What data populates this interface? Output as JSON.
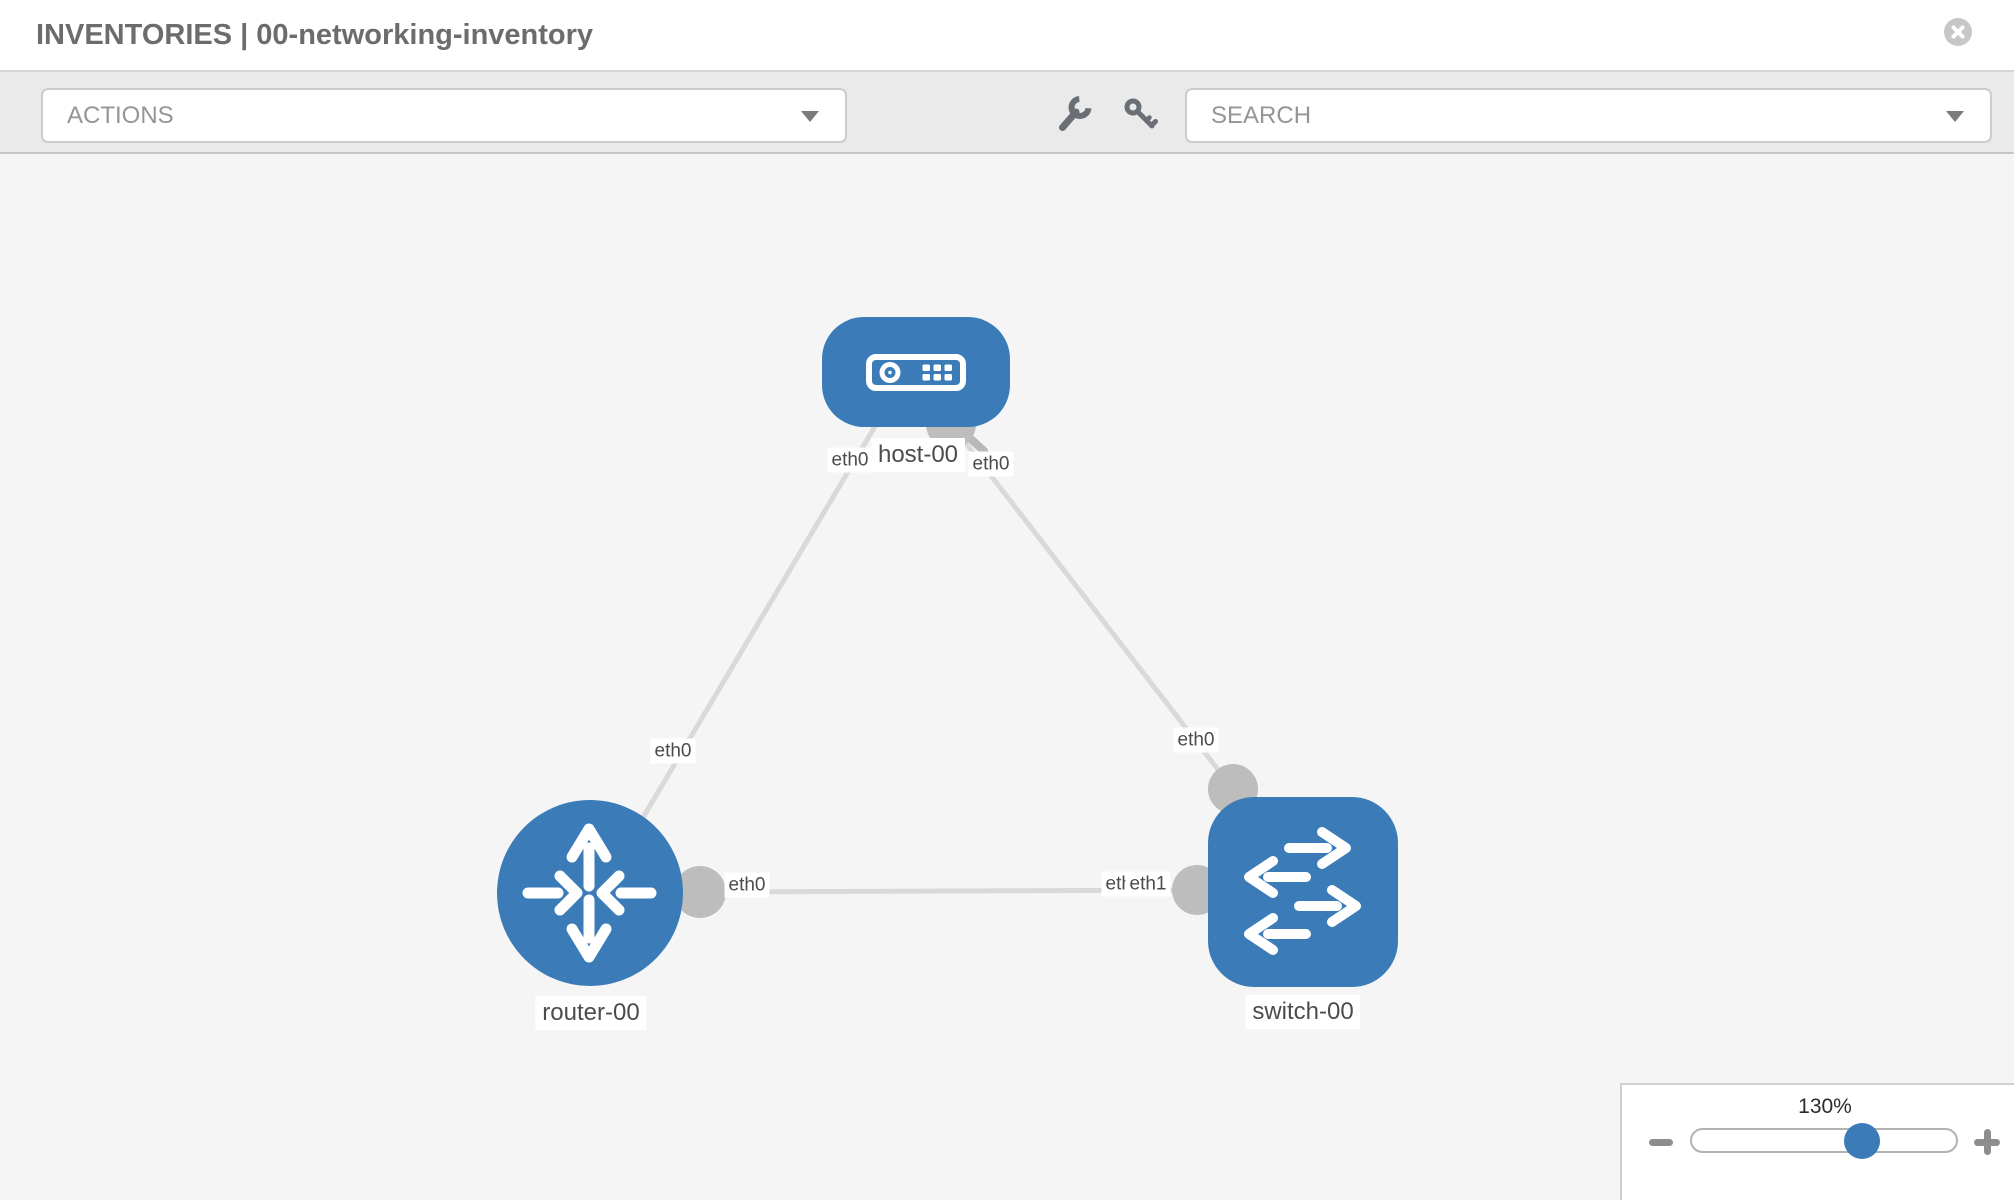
{
  "header": {
    "title": "INVENTORIES | 00-networking-inventory",
    "close_icon": "x-circle"
  },
  "toolbar": {
    "actions_label": "ACTIONS",
    "search_label": "SEARCH",
    "tool_icons": [
      "wrench",
      "key"
    ]
  },
  "topology": {
    "nodes": [
      {
        "label": "host-00",
        "type": "host",
        "icon": "host-device"
      },
      {
        "label": "router-00",
        "type": "router",
        "icon": "router-arrows"
      },
      {
        "label": "switch-00",
        "type": "switch",
        "icon": "switch-arrows"
      }
    ],
    "links": [
      {
        "source": "host-00",
        "source_interface": "eth0",
        "target": "router-00",
        "target_interface": "eth0"
      },
      {
        "source": "host-00",
        "source_interface": "eth0",
        "target": "switch-00",
        "target_interface": "eth0"
      },
      {
        "source": "router-00",
        "source_interface": "eth0",
        "target": "switch-00",
        "target_interface": "eth1",
        "overlapped_label": "eth0"
      }
    ]
  },
  "zoom_control": {
    "level": "130%",
    "zoom_out_icon": "minus",
    "zoom_in_icon": "plus"
  },
  "colors": {
    "node_blue": "#3b7bb8",
    "link_gray": "#d9d9d9",
    "interface_gray": "#bdbdbd",
    "toolbar_bg": "#eaeaea",
    "canvas_bg": "#f5f5f5"
  }
}
